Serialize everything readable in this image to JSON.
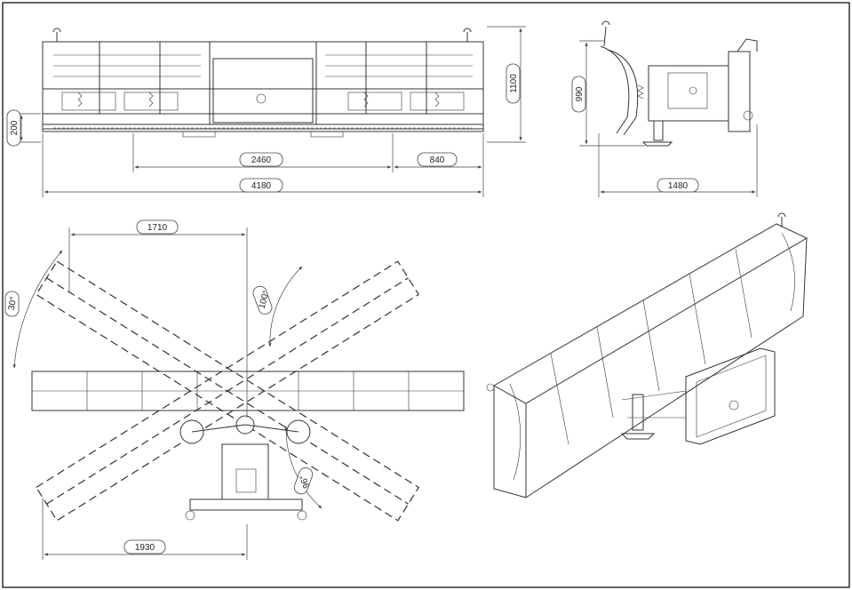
{
  "drawing": {
    "front_view": {
      "dim_overall_width": "4180",
      "dim_center_width": "2460",
      "dim_side_offset": "840",
      "dim_height": "1100",
      "dim_edge_height": "200"
    },
    "side_view": {
      "dim_height": "990",
      "dim_depth": "1480"
    },
    "top_view": {
      "dim_half_span_top": "1710",
      "dim_half_span_bottom": "1930",
      "angle_left": "30°",
      "angle_right_top": "100°",
      "angle_right_bottom": "96°"
    }
  }
}
